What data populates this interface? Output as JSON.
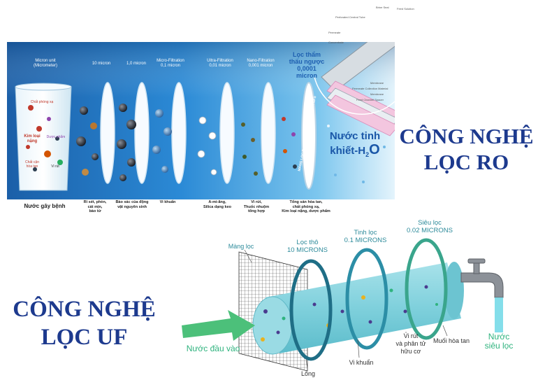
{
  "ro": {
    "title_line1": "CÔNG NGHỆ",
    "title_line2": "LỌC RO",
    "micron_unit": "Micron unit\n(Micrometer)",
    "stages": [
      {
        "top": "10 micron",
        "bottom": "Rỉ sét, phèn,\ncát mịn,\nbào tử"
      },
      {
        "top": "1,0 micron",
        "bottom": "Bào xác của động\nvật nguyên sinh"
      },
      {
        "top": "Micro-Filtration\n0,1 micron",
        "bottom": "Vi khuẩn"
      },
      {
        "top": "Ultra-Filtration\n0,01 micron",
        "bottom": "A-mi-ăng,\nSilica dạng keo"
      },
      {
        "top": "Nano-Filtration\n0,001 micron",
        "bottom": "Vi rút,\nThuốc nhuộm\ntổng hợp"
      },
      {
        "top": "",
        "bottom": "Tổng sản hòa tan,\nchất phóng xạ,\nKim loại nặng, dược phẩm"
      }
    ],
    "ro_highlight": "Lọc thẩm\nthấu ngược\n0,0001\nmicron",
    "glass_labels": {
      "radioactive": "Chất phóng xạ",
      "heavy_metal": "Kim loại\nnặng",
      "pharma": "Dược phẩm",
      "dissolved": "Chất cặn\nhòa tan",
      "virus": "Vi rút",
      "caption": "Nước gây bệnh"
    },
    "membrane_vertical": "MÀNG LỌC R.O. THEO TIÊU CHUẨN CỦA NFS",
    "pure_water_line1": "Nước tinh",
    "pure_water_line2": "khiết-H",
    "pure_water_sub": "2",
    "pure_water_end": "O",
    "membrane_parts": [
      "Brine Seal",
      "Feed Solution",
      "Perforated Central Tube",
      "Permeate",
      "Concentrate",
      "Membrane",
      "Permeate Collection Material",
      "Membrane",
      "Feed Channel Spacer"
    ]
  },
  "uf": {
    "title_line1": "CÔNG NGHỆ",
    "title_line2": "LỌC UF",
    "mang_loc": "Màng lọc",
    "loc_tho": "Lọc thô\n10 MICRONS",
    "tinh_loc": "Tinh lọc\n0.1 MICRONS",
    "sieu_loc": "Siêu lọc\n0.02 MICRONS",
    "input_water": "Nước đầu vào",
    "output_water": "Nước\nsiêu lọc",
    "long": "Lông",
    "vi_khuan": "Vi khuẩn",
    "vi_rut": "Vi rút\nvà phân tử\nhữu cơ",
    "muoi": "Muối hòa tan"
  },
  "colors": {
    "title": "#1d3a8e",
    "ro_bg_top": "#2a7fc8",
    "ro_bg_bottom": "#bfe3f7",
    "uf_cylinder": "#7fd3df",
    "uf_ring": "#1f6e86",
    "uf_green": "#2fb37e",
    "arrow": "#4cc07a"
  }
}
